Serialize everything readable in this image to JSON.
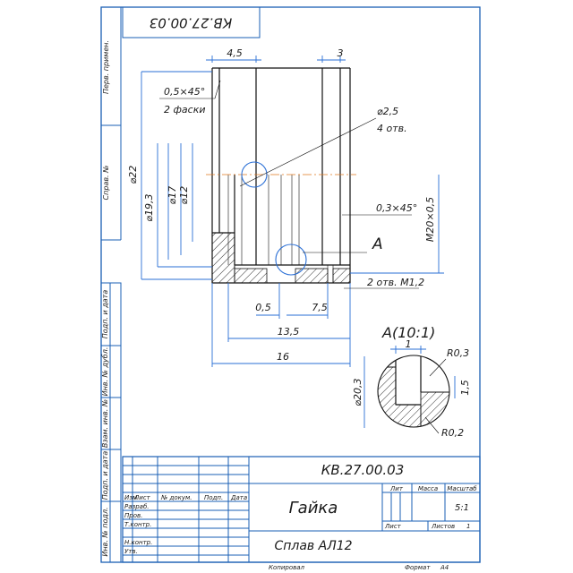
{
  "drawing": {
    "code_rotated": "КВ.27.00.03",
    "dims": {
      "d_4_5": "4,5",
      "d_3": "3",
      "chamfer_05": "0,5×45°",
      "chamfer_count": "2 фаски",
      "hole_d25": "⌀2,5",
      "hole_count": "4 отв.",
      "d_22": "⌀22",
      "d_19_3": "⌀19,3",
      "d_17": "⌀17",
      "d_12": "⌀12",
      "chamfer_03": "0,3×45°",
      "thread": "M20×0,5",
      "view_letter": "A",
      "thread_holes": "2 отв. M1,2",
      "d_0_5": "0,5",
      "d_7_5": "7,5",
      "d_13_5": "13,5",
      "d_16": "16"
    },
    "detail": {
      "title": "A(10:1)",
      "d_1": "1",
      "r_03": "R0,3",
      "d_20_3": "⌀20,3",
      "d_1_5": "1,5",
      "r_02": "R0,2"
    }
  },
  "side_strip": {
    "labels": [
      "Перв. примен.",
      "Справ. №",
      "Подп. и дата",
      "Инв. № дубл.",
      "Взам. инв. №",
      "Подп. и дата",
      "Инв. № подл."
    ]
  },
  "title_block": {
    "doc_code": "КВ.27.00.03",
    "part_name": "Гайка",
    "material": "Сплав АЛ12",
    "headers": {
      "izm": "Изм",
      "list": "Лист",
      "ndok": "№ докум.",
      "podp": "Подп.",
      "data": "Дата"
    },
    "roles": [
      "Разраб.",
      "Пров.",
      "Т.контр.",
      "Н.контр.",
      "Утв."
    ],
    "col_lit": "Лит",
    "col_massa": "Масса",
    "col_masshtab": "Масштаб",
    "scale": "5:1",
    "sheet_label": "Лист",
    "sheets_label": "Листов",
    "sheets_value": "1",
    "copied": "Копировал",
    "format_label": "Формат",
    "format_value": "А4"
  }
}
